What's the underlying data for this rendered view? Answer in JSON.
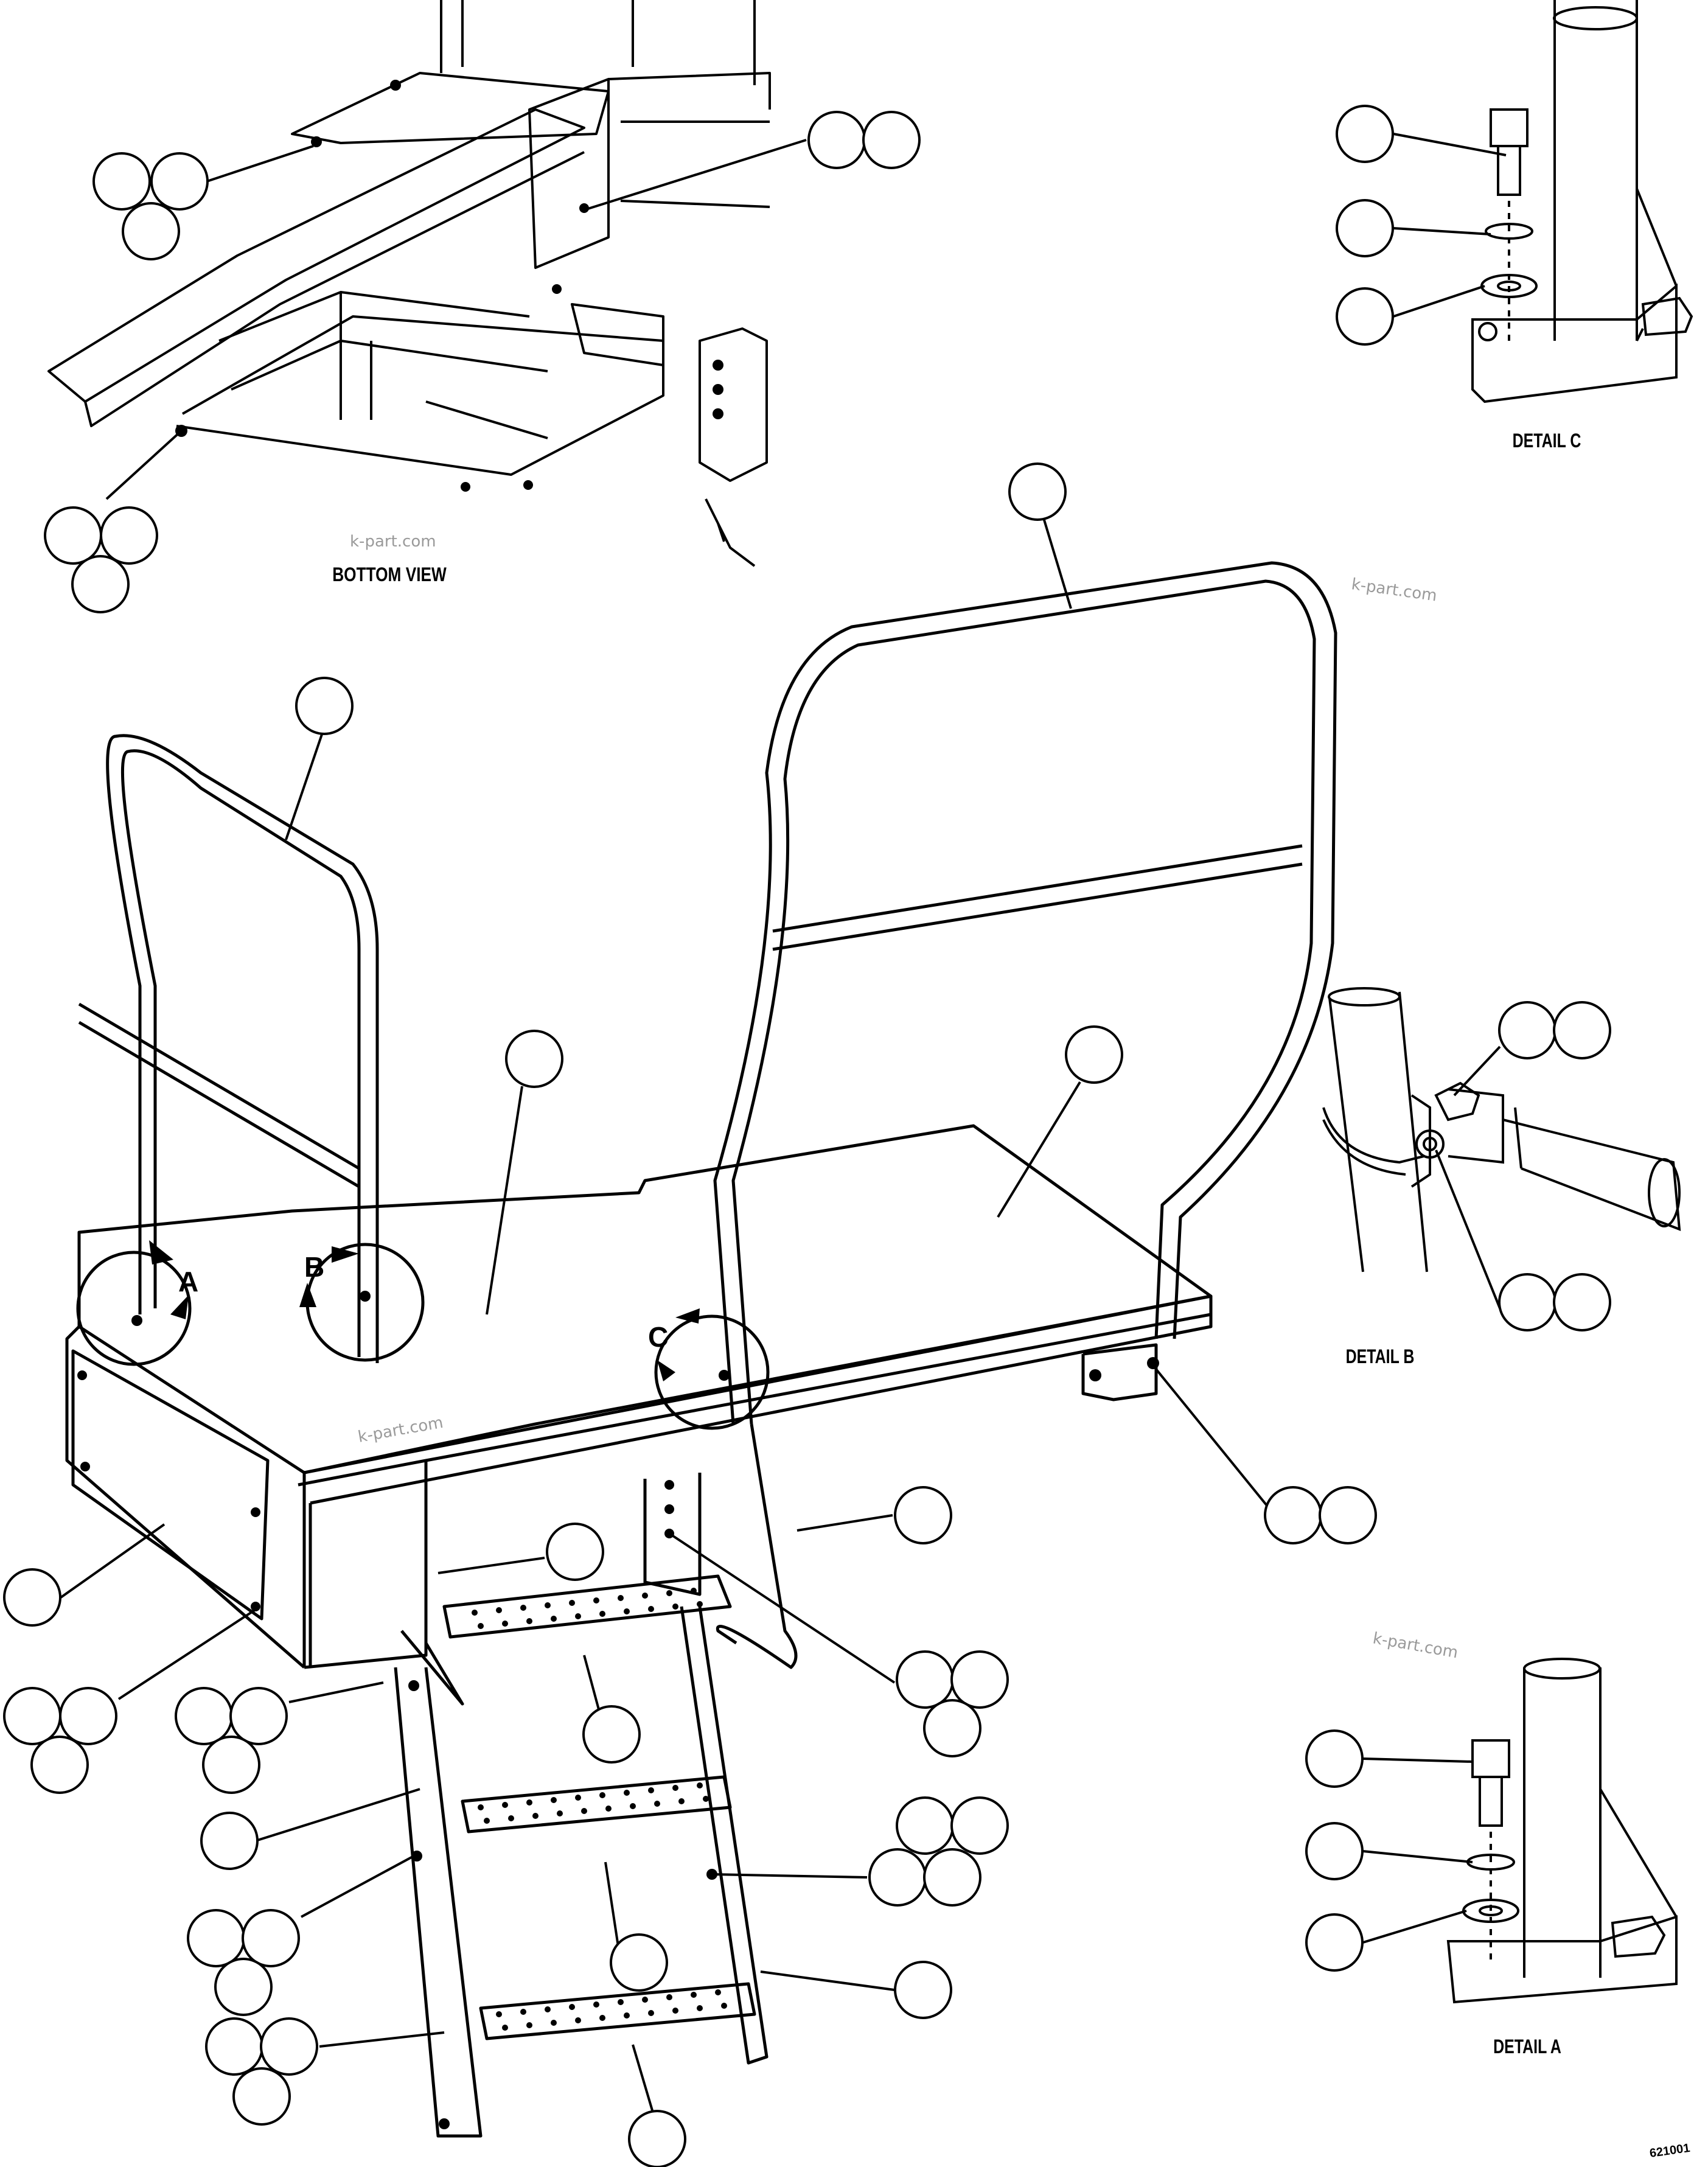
{
  "labels": {
    "bottom_view": "BOTTOM VIEW",
    "detail_a": "DETAIL A",
    "detail_b": "DETAIL B",
    "detail_c": "DETAIL C",
    "callout_a": "A",
    "callout_b": "B",
    "callout_c": "C",
    "drawing_number": "621001"
  },
  "watermark": "k-part.com",
  "colors": {
    "line": "#000000",
    "background": "#ffffff",
    "watermark": "#9a9a9a"
  }
}
